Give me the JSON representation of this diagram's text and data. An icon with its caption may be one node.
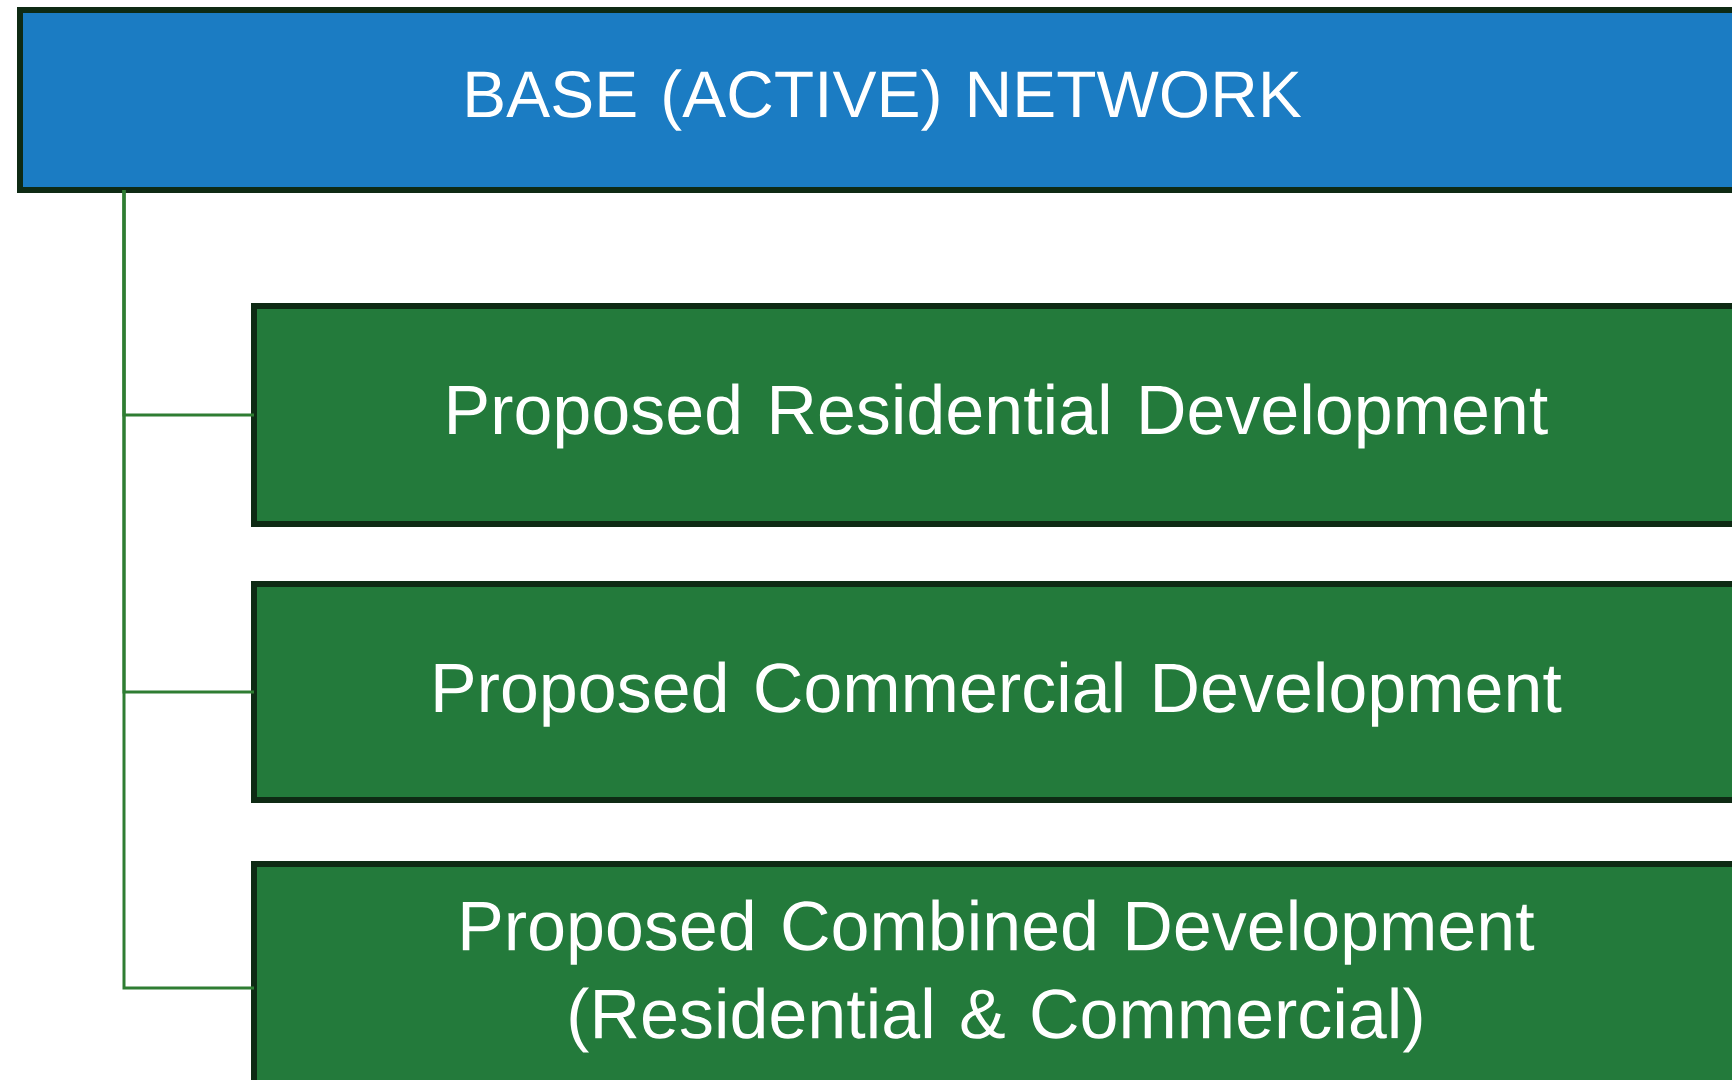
{
  "diagram": {
    "nodes": [
      {
        "text": [
          "BASE (ACTIVE) NETWORK"
        ]
      },
      {
        "text": [
          "Proposed Residential Development"
        ]
      },
      {
        "text": [
          "Proposed Commercial Development"
        ]
      },
      {
        "text": [
          "Proposed Combined Development (Residential & Commercial)"
        ]
      }
    ],
    "edges": [
      {
        "from": 0,
        "to": 1,
        "arrow": "none"
      },
      {
        "from": 0,
        "to": 2,
        "arrow": "none"
      },
      {
        "from": 0,
        "to": 3,
        "arrow": "none"
      }
    ]
  }
}
